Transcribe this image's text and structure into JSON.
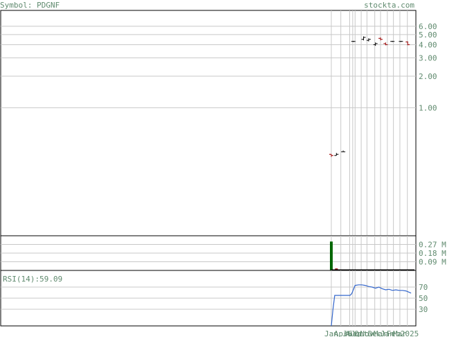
{
  "header": {
    "symbol_label": "Symbol: PDGNF",
    "site": "stockta.com"
  },
  "colors": {
    "text": "#5f8a6e",
    "grid": "#c8c8c8",
    "frame": "#000000",
    "rsi_line": "#3366cc",
    "volume_up": "#006600",
    "volume_down": "#990000"
  },
  "chart_data": [
    {
      "type": "candlestick",
      "scale": "log",
      "ylim": [
        0.06,
        8.5
      ],
      "y_ticks": [
        {
          "value": 6.0,
          "label": "6.00"
        },
        {
          "value": 5.0,
          "label": "5.00"
        },
        {
          "value": 4.0,
          "label": "4.00"
        },
        {
          "value": 3.0,
          "label": "3.00"
        },
        {
          "value": 2.0,
          "label": "2.00"
        },
        {
          "value": 1.0,
          "label": "1.00"
        }
      ],
      "bars": [
        {
          "x": 0.0,
          "open": 0.36,
          "close": 0.35,
          "high": 0.36,
          "low": 0.34
        },
        {
          "x": 1.5,
          "open": 0.35,
          "close": 0.36,
          "high": 0.37,
          "low": 0.35
        },
        {
          "x": 3.5,
          "open": 0.38,
          "close": 0.38,
          "high": 0.39,
          "low": 0.38
        },
        {
          "x": 6.5,
          "open": 4.3,
          "close": 4.3,
          "high": 4.35,
          "low": 4.25
        },
        {
          "x": 9.5,
          "open": 4.5,
          "close": 4.7,
          "high": 4.8,
          "low": 4.4
        },
        {
          "x": 11.0,
          "open": 4.4,
          "close": 4.5,
          "high": 4.6,
          "low": 4.3
        },
        {
          "x": 13.0,
          "open": 4.0,
          "close": 4.1,
          "high": 4.2,
          "low": 3.9
        },
        {
          "x": 14.5,
          "open": 4.6,
          "close": 4.5,
          "high": 4.7,
          "low": 4.4
        },
        {
          "x": 16.0,
          "open": 4.1,
          "close": 4.0,
          "high": 4.2,
          "low": 3.95
        },
        {
          "x": 18.0,
          "open": 4.3,
          "close": 4.3,
          "high": 4.35,
          "low": 4.25
        },
        {
          "x": 20.5,
          "open": 4.3,
          "close": 4.3,
          "high": 4.35,
          "low": 4.25
        },
        {
          "x": 22.5,
          "open": 4.25,
          "close": 4.0,
          "high": 4.3,
          "low": 3.95
        }
      ]
    },
    {
      "type": "bar",
      "ylim": [
        0,
        0.36
      ],
      "y_ticks": [
        {
          "value": 0.27,
          "label": "0.27 M"
        },
        {
          "value": 0.18,
          "label": "0.18 M"
        },
        {
          "value": 0.09,
          "label": "0.09 M"
        }
      ],
      "bars": [
        {
          "x": 0.0,
          "value": 0.3,
          "direction": "up"
        },
        {
          "x": 1.5,
          "value": 0.02,
          "direction": "down"
        },
        {
          "x": 3.5,
          "value": 0.005,
          "direction": "down"
        },
        {
          "x": 6.5,
          "value": 0.005,
          "direction": "down"
        },
        {
          "x": 9.5,
          "value": 0.005,
          "direction": "down"
        },
        {
          "x": 11.0,
          "value": 0.005,
          "direction": "down"
        },
        {
          "x": 13.0,
          "value": 0.005,
          "direction": "down"
        },
        {
          "x": 14.5,
          "value": 0.005,
          "direction": "down"
        },
        {
          "x": 16.0,
          "value": 0.005,
          "direction": "down"
        },
        {
          "x": 18.0,
          "value": 0.005,
          "direction": "down"
        },
        {
          "x": 20.5,
          "value": 0.005,
          "direction": "down"
        },
        {
          "x": 22.5,
          "value": 0.005,
          "direction": "down"
        }
      ]
    },
    {
      "type": "line",
      "label": "RSI(14):",
      "value_label": "59.09",
      "ylim": [
        0,
        100
      ],
      "y_ticks": [
        {
          "value": 70,
          "label": "70"
        },
        {
          "value": 50,
          "label": "50"
        },
        {
          "value": 30,
          "label": "30"
        }
      ],
      "x": [
        0,
        0.5,
        1,
        2,
        3,
        4,
        5,
        5.5,
        6,
        7,
        8,
        9,
        10,
        11,
        12,
        13,
        14,
        15,
        16,
        17,
        18,
        19,
        20,
        21,
        22,
        23.5
      ],
      "values": [
        0,
        30,
        55,
        55,
        55,
        55,
        55,
        55,
        58,
        73,
        74,
        74,
        73,
        71,
        70,
        68,
        70,
        67,
        65,
        66,
        64,
        65,
        64,
        64,
        63,
        59.09
      ]
    }
  ],
  "x_axis": {
    "x_max": 24.5,
    "gridlines": [
      0,
      2.8,
      5.4,
      6.3,
      7.0,
      8.8,
      10.5,
      12.8,
      14.5,
      16.5,
      18.3,
      20.2,
      22.4
    ],
    "labels": [
      {
        "x": 0.0,
        "text": "Jan"
      },
      {
        "x": 2.8,
        "text": "Apr"
      },
      {
        "x": 5.4,
        "text": "Jul"
      },
      {
        "x": 6.3,
        "text": "Aug"
      },
      {
        "x": 7.0,
        "text": "Sep"
      },
      {
        "x": 8.8,
        "text": "Oct"
      },
      {
        "x": 10.5,
        "text": "Nov"
      },
      {
        "x": 12.8,
        "text": "Dec"
      },
      {
        "x": 14.5,
        "text": "Mar"
      },
      {
        "x": 16.5,
        "text": "Jan"
      },
      {
        "x": 18.3,
        "text": "Feb"
      },
      {
        "x": 20.2,
        "text": "Mar"
      },
      {
        "x": 22.4,
        "text": "2025"
      }
    ]
  }
}
